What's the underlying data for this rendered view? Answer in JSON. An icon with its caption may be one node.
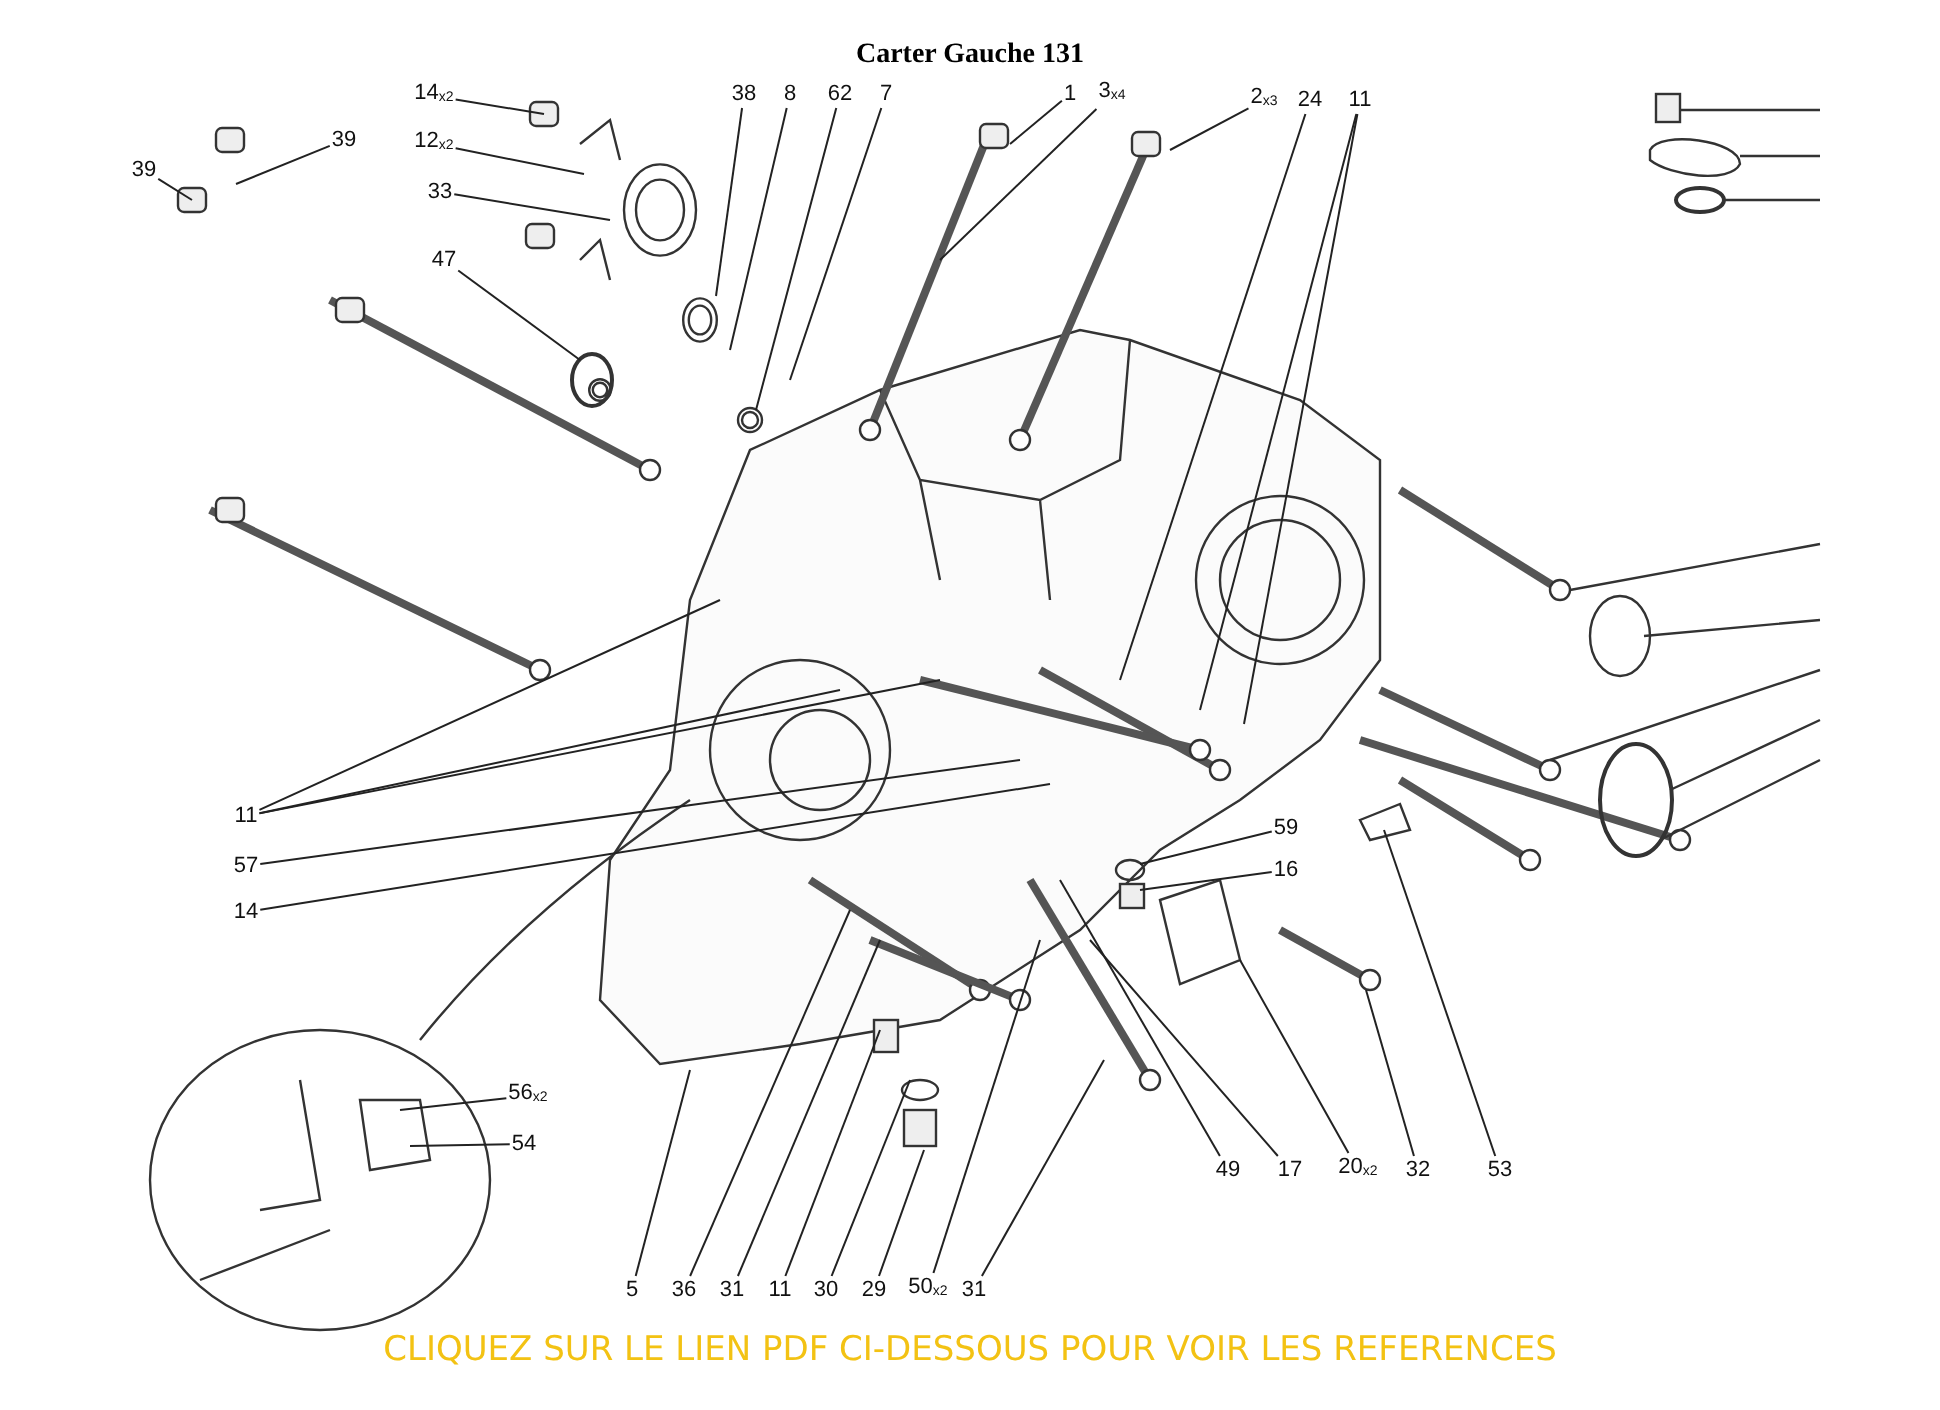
{
  "diagram": {
    "title": "Carter Gauche 131",
    "caption": "CLIQUEZ SUR LE LIEN PDF CI-DESSOUS POUR VOIR LES REFERENCES",
    "nodes": [
      {
        "text": [
          "14$_{x2}$"
        ]
      },
      {
        "text": [
          "39"
        ]
      },
      {
        "text": [
          "39"
        ]
      },
      {
        "text": [
          "12$_{x2}$"
        ]
      },
      {
        "text": [
          "33"
        ]
      },
      {
        "text": [
          "47"
        ]
      },
      {
        "text": [
          "38"
        ]
      },
      {
        "text": [
          "8"
        ]
      },
      {
        "text": [
          "62"
        ]
      },
      {
        "text": [
          "7"
        ]
      },
      {
        "text": [
          "1"
        ]
      },
      {
        "text": [
          "3$_{x4}$"
        ]
      },
      {
        "text": [
          "2$_{x3}$"
        ]
      },
      {
        "text": [
          "24"
        ]
      },
      {
        "text": [
          "11"
        ]
      },
      {
        "text": [
          "11"
        ]
      },
      {
        "text": [
          "57"
        ]
      },
      {
        "text": [
          "14"
        ]
      },
      {
        "text": [
          "59"
        ]
      },
      {
        "text": [
          "16"
        ]
      },
      {
        "text": [
          "56$_{x2}$"
        ]
      },
      {
        "text": [
          "54"
        ]
      },
      {
        "text": [
          "5"
        ]
      },
      {
        "text": [
          "36"
        ]
      },
      {
        "text": [
          "31"
        ]
      },
      {
        "text": [
          "11"
        ]
      },
      {
        "text": [
          "30"
        ]
      },
      {
        "text": [
          "29"
        ]
      },
      {
        "text": [
          "50$_{x2}$"
        ]
      },
      {
        "text": [
          "31"
        ]
      },
      {
        "text": [
          "49"
        ]
      },
      {
        "text": [
          "17"
        ]
      },
      {
        "text": [
          "20$_{x2}$"
        ]
      },
      {
        "text": [
          "32"
        ]
      },
      {
        "text": [
          "53"
        ]
      }
    ],
    "edges": [
      {
        "from": 0,
        "to": null,
        "arrow": "none"
      },
      {
        "from": 1,
        "to": null,
        "arrow": "none"
      },
      {
        "from": 2,
        "to": null,
        "arrow": "none"
      },
      {
        "from": 3,
        "to": null,
        "arrow": "none"
      },
      {
        "from": 4,
        "to": null,
        "arrow": "none"
      },
      {
        "from": 5,
        "to": null,
        "arrow": "none"
      },
      {
        "from": 6,
        "to": null,
        "arrow": "none"
      },
      {
        "from": 7,
        "to": null,
        "arrow": "none"
      },
      {
        "from": 8,
        "to": null,
        "arrow": "none"
      },
      {
        "from": 9,
        "to": null,
        "arrow": "none"
      },
      {
        "from": 10,
        "to": null,
        "arrow": "none"
      },
      {
        "from": 11,
        "to": null,
        "arrow": "none"
      },
      {
        "from": 12,
        "to": null,
        "arrow": "none"
      },
      {
        "from": 13,
        "to": null,
        "arrow": "none"
      },
      {
        "from": 14,
        "to": null,
        "arrow": "none"
      },
      {
        "from": 14,
        "to": null,
        "arrow": "none"
      },
      {
        "from": 15,
        "to": null,
        "arrow": "none"
      },
      {
        "from": 15,
        "to": null,
        "arrow": "none"
      },
      {
        "from": 15,
        "to": null,
        "arrow": "none"
      },
      {
        "from": 16,
        "to": null,
        "arrow": "none"
      },
      {
        "from": 17,
        "to": null,
        "arrow": "none"
      },
      {
        "from": 18,
        "to": null,
        "arrow": "none"
      },
      {
        "from": 19,
        "to": null,
        "arrow": "none"
      },
      {
        "from": 20,
        "to": null,
        "arrow": "none"
      },
      {
        "from": 21,
        "to": null,
        "arrow": "none"
      },
      {
        "from": 22,
        "to": null,
        "arrow": "none"
      },
      {
        "from": 23,
        "to": null,
        "arrow": "none"
      },
      {
        "from": 24,
        "to": null,
        "arrow": "none"
      },
      {
        "from": 25,
        "to": null,
        "arrow": "none"
      },
      {
        "from": 26,
        "to": null,
        "arrow": "none"
      },
      {
        "from": 27,
        "to": null,
        "arrow": "none"
      },
      {
        "from": 28,
        "to": null,
        "arrow": "none"
      },
      {
        "from": 29,
        "to": null,
        "arrow": "none"
      },
      {
        "from": 30,
        "to": null,
        "arrow": "none"
      },
      {
        "from": 31,
        "to": null,
        "arrow": "none"
      },
      {
        "from": 32,
        "to": null,
        "arrow": "none"
      },
      {
        "from": 33,
        "to": null,
        "arrow": "none"
      },
      {
        "from": 34,
        "to": null,
        "arrow": "none"
      }
    ]
  }
}
